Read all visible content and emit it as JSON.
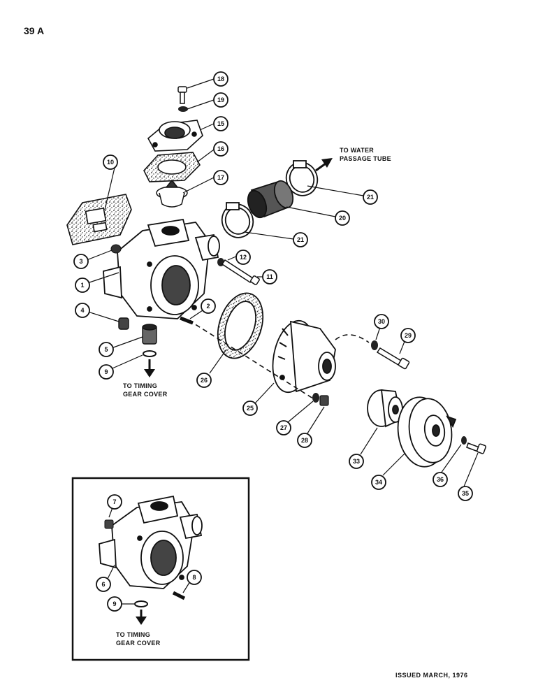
{
  "page": {
    "number": "39 A",
    "issued": "ISSUED MARCH, 1976"
  },
  "notes": {
    "water_line1": "TO WATER",
    "water_line2": "PASSAGE TUBE",
    "timing_line1": "TO TIMING",
    "timing_line2": "GEAR COVER",
    "inset_timing_line1": "TO TIMING",
    "inset_timing_line2": "GEAR COVER"
  },
  "callouts": {
    "c18a": "18",
    "c19": "19",
    "c15": "15",
    "c16a": "16",
    "c17": "17",
    "c10": "10",
    "c21a": "21",
    "c20": "20",
    "c21b": "21",
    "c3": "3",
    "c12": "12",
    "c11": "11",
    "c1": "1",
    "c2": "2",
    "c4": "4",
    "c5": "5",
    "c9": "9",
    "c26": "26",
    "c30": "30",
    "c29": "29",
    "c25": "25",
    "c27": "27",
    "c28": "28",
    "c33": "33",
    "c34": "34",
    "c36": "36",
    "c35": "35",
    "i7": "7",
    "i6": "6",
    "i8": "8",
    "i9": "9"
  },
  "icons": [
    "arrow-up-right-icon",
    "arrow-down-icon"
  ]
}
